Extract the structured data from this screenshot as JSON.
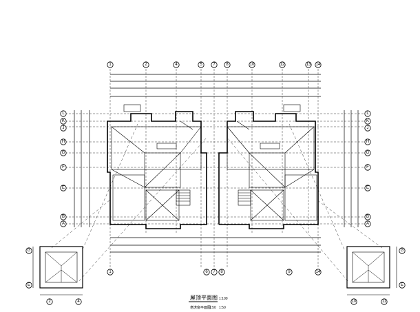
{
  "drawing": {
    "title": "屋顶平面图",
    "title_scale": "1:100",
    "subtitle": "老虎窗平面图",
    "subtitle_scale_a": "1:50",
    "subtitle_scale_b": "1:50"
  },
  "axes": {
    "top": [
      "1",
      "2",
      "4",
      "5",
      "7",
      "8",
      "10",
      "12",
      "13",
      "14"
    ],
    "bottom": [
      "1",
      "6",
      "7",
      "8",
      "9",
      "14"
    ],
    "left": [
      "L",
      "K",
      "J",
      "H",
      "G",
      "F",
      "E",
      "B",
      "A"
    ],
    "right": [
      "L",
      "K",
      "J",
      "H",
      "G",
      "F",
      "E",
      "B",
      "A"
    ],
    "detail_left": [
      "2",
      "4",
      "G",
      "E"
    ],
    "detail_right": [
      "10",
      "11",
      "G",
      "E"
    ]
  }
}
